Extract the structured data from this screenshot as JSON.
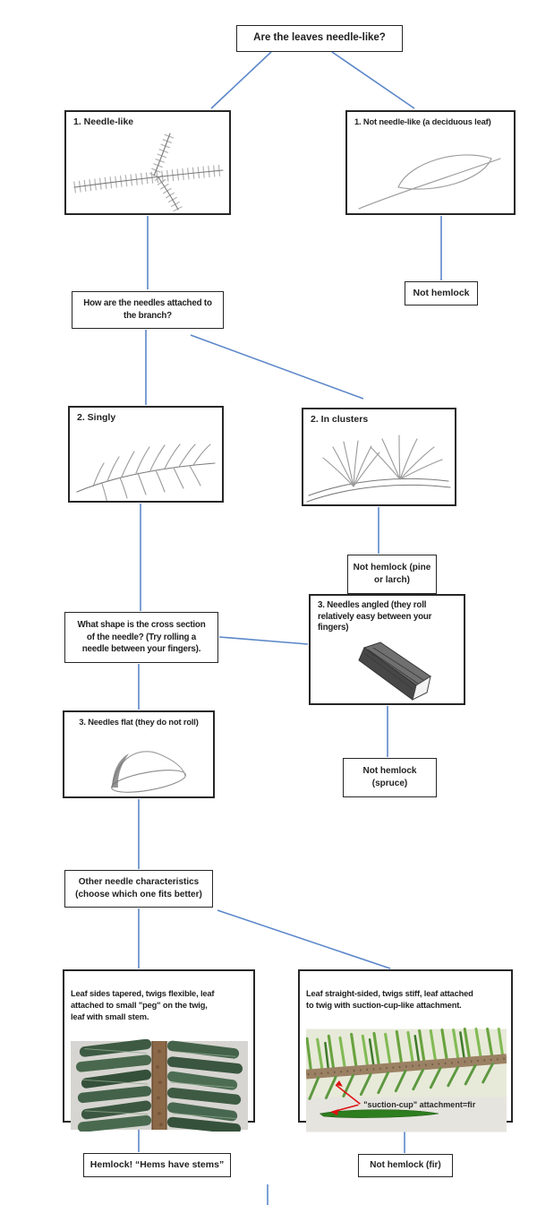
{
  "colors": {
    "connector_blue": "#5b87c9",
    "box_border": "#262626",
    "text": "#1f1f1f",
    "photo_background": "#d7d5d1",
    "twig_brown": "#8a6848",
    "hemlock_needle_green": "#3e5a43",
    "fir_needle_green": "#69a33f",
    "arrow_red": "#dd1111"
  },
  "nodes": {
    "q1": "Are the leaves needle-like?",
    "needle_like": "1. Needle-like",
    "not_needle_like": "1. Not needle-like (a deciduous leaf)",
    "not_hemlock": "Not hemlock",
    "q2": "How are the needles attached to\nthe branch?",
    "singly": "2. Singly",
    "clusters": "2. In clusters",
    "not_hemlock_pine": "Not hemlock (pine\nor larch)",
    "needles_angled": "3. Needles angled (they roll\nrelatively easy between your\nfingers)",
    "q3": "What shape is the cross section\nof the needle? (Try rolling a\nneedle between your fingers).",
    "needles_flat": "3. Needles flat (they do not roll)",
    "not_hemlock_spruce": "Not hemlock\n(spruce)",
    "q4": "Other needle characteristics\n(choose which one fits better)",
    "hemlock_traits": "Leaf sides tapered, twigs flexible, leaf\nattached to small \"peg\" on the twig,\nleaf with small stem.",
    "fir_traits": "Leaf straight-sided, twigs stiff, leaf attached\nto twig with suction-cup-like attachment.",
    "hemlock_result": "Hemlock!  “Hems have stems”",
    "not_hemlock_fir": "Not hemlock (fir)",
    "fir_annotation": "\"suction-cup\" attachment=fir"
  },
  "edges": [
    {
      "from": "q1",
      "to": "needle_like"
    },
    {
      "from": "q1",
      "to": "not_needle_like"
    },
    {
      "from": "not_needle_like",
      "to": "not_hemlock"
    },
    {
      "from": "needle_like",
      "to": "q2"
    },
    {
      "from": "q2",
      "to": "singly"
    },
    {
      "from": "q2",
      "to": "clusters"
    },
    {
      "from": "clusters",
      "to": "not_hemlock_pine"
    },
    {
      "from": "singly",
      "to": "q3"
    },
    {
      "from": "q3",
      "to": "needles_angled"
    },
    {
      "from": "q3",
      "to": "needles_flat"
    },
    {
      "from": "needles_angled",
      "to": "not_hemlock_spruce"
    },
    {
      "from": "needles_flat",
      "to": "q4"
    },
    {
      "from": "q4",
      "to": "hemlock_traits"
    },
    {
      "from": "q4",
      "to": "fir_traits"
    },
    {
      "from": "hemlock_traits",
      "to": "hemlock_result"
    },
    {
      "from": "fir_traits",
      "to": "not_hemlock_fir"
    }
  ]
}
